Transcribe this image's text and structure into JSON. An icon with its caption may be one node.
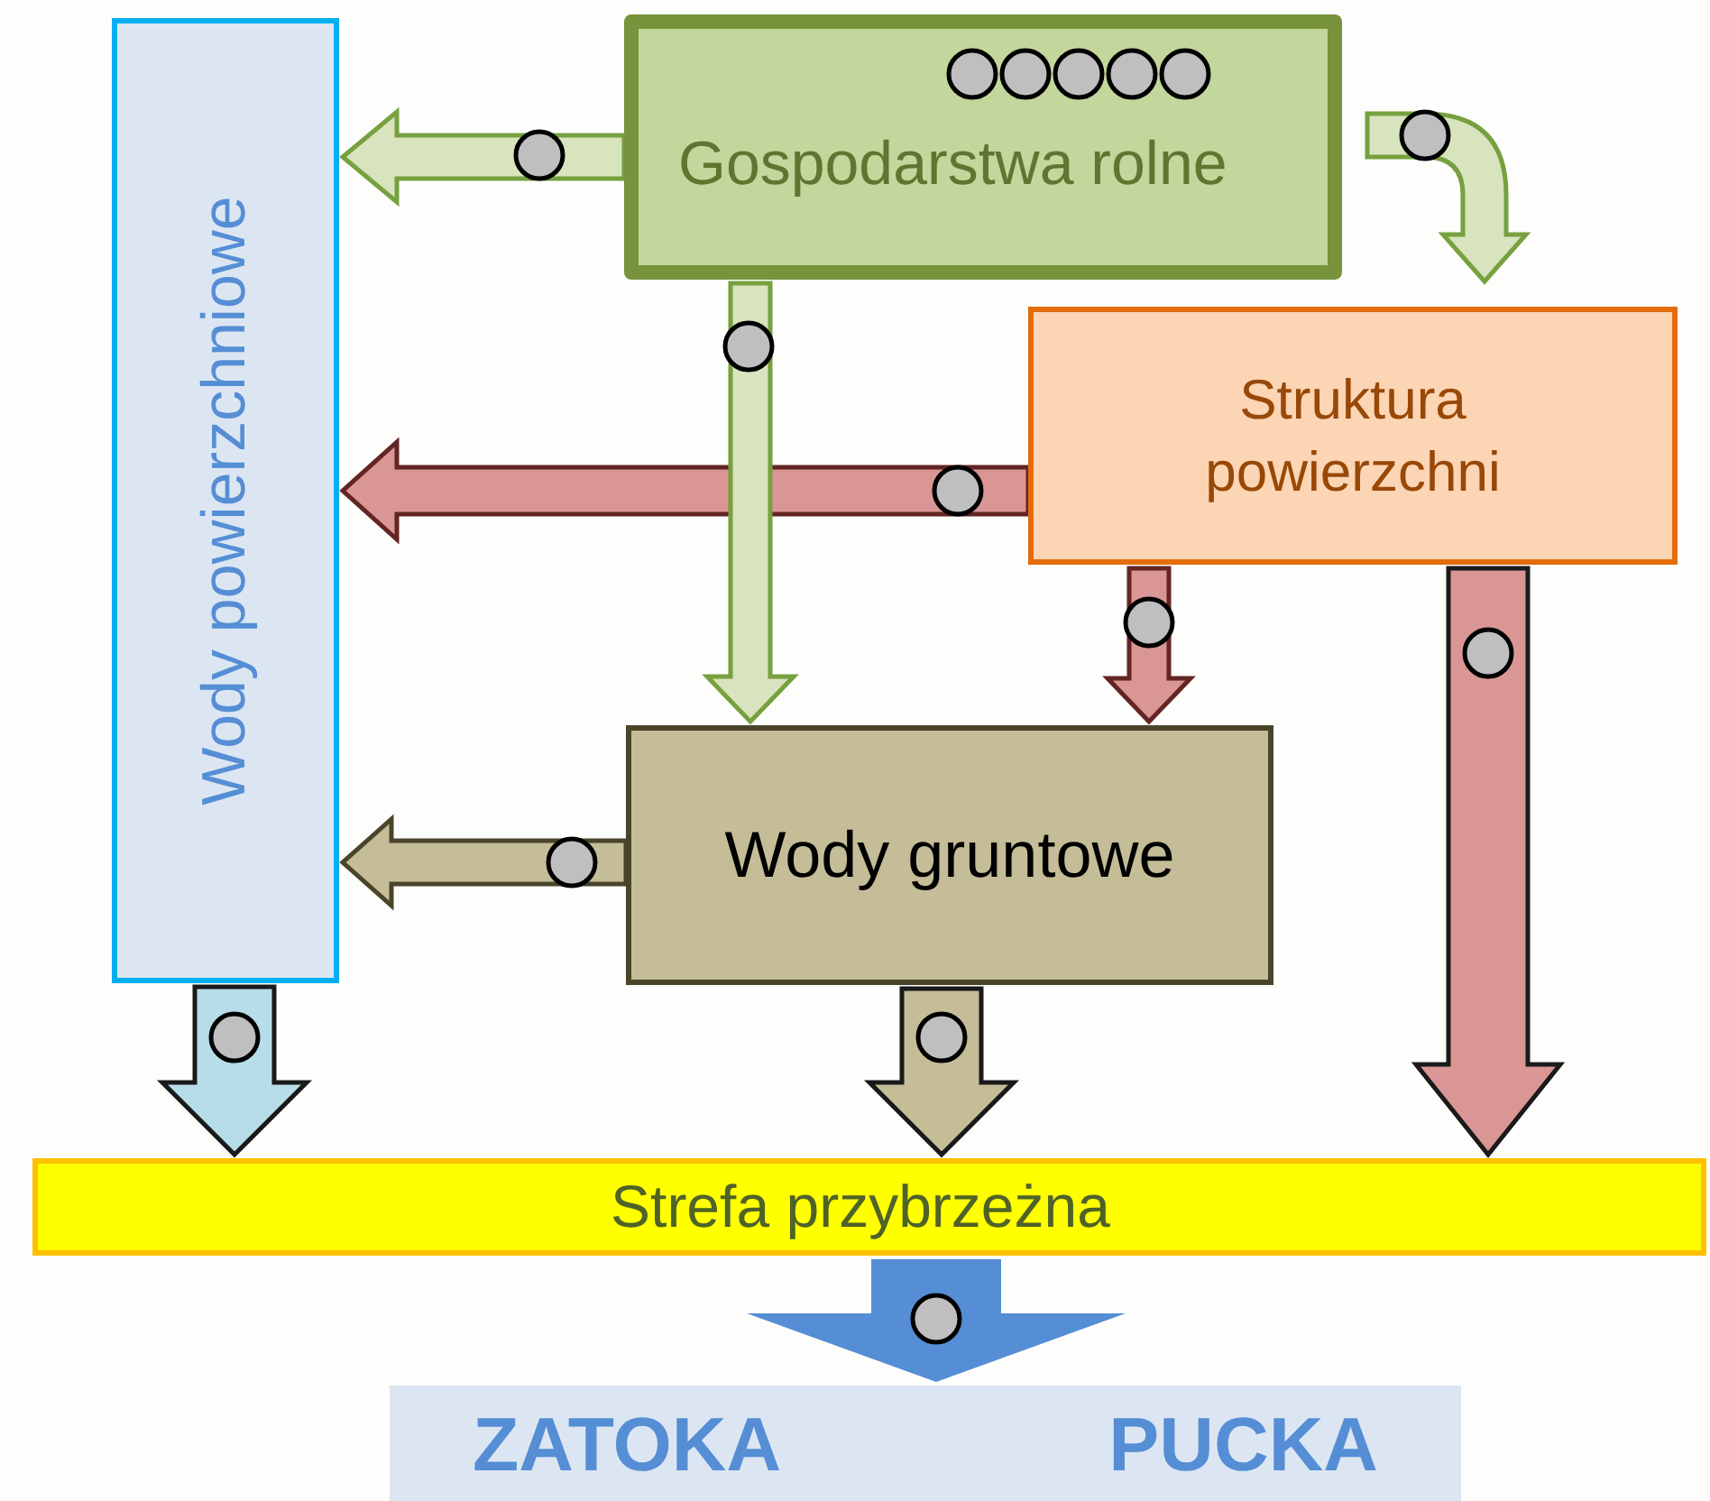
{
  "diagram": {
    "nodes": [
      {
        "text": [
          "Wody powierzchniowe"
        ]
      },
      {
        "text": [
          "Gospodarstwa rolne"
        ]
      },
      {
        "text": [
          "Struktura powierzchni"
        ]
      },
      {
        "text": [
          "Wody gruntowe"
        ]
      },
      {
        "text": [
          "Strefa przybrzeżna"
        ]
      },
      {
        "text": [
          "ZATOKA",
          "PUCKA"
        ]
      }
    ],
    "edges": [
      {
        "from": 1,
        "to": 0,
        "arrow": "to",
        "color": "#d7e4bd"
      },
      {
        "from": 1,
        "to": 2,
        "arrow": "to",
        "color": "#d7e4bd"
      },
      {
        "from": 2,
        "to": 0,
        "arrow": "to",
        "color": "#d99694"
      },
      {
        "from": 1,
        "to": 3,
        "arrow": "to",
        "color": "#d7e4bd"
      },
      {
        "from": 2,
        "to": 3,
        "arrow": "to",
        "color": "#d99694"
      },
      {
        "from": 2,
        "to": 4,
        "arrow": "to",
        "color": "#d99694"
      },
      {
        "from": 3,
        "to": 0,
        "arrow": "to",
        "color": "#c4bd97"
      },
      {
        "from": 0,
        "to": 4,
        "arrow": "to",
        "color": "#b7dee8"
      },
      {
        "from": 3,
        "to": 4,
        "arrow": "to",
        "color": "#c4bd97"
      },
      {
        "from": 4,
        "to": 5,
        "arrow": "to",
        "color": "#558ed5"
      }
    ]
  }
}
